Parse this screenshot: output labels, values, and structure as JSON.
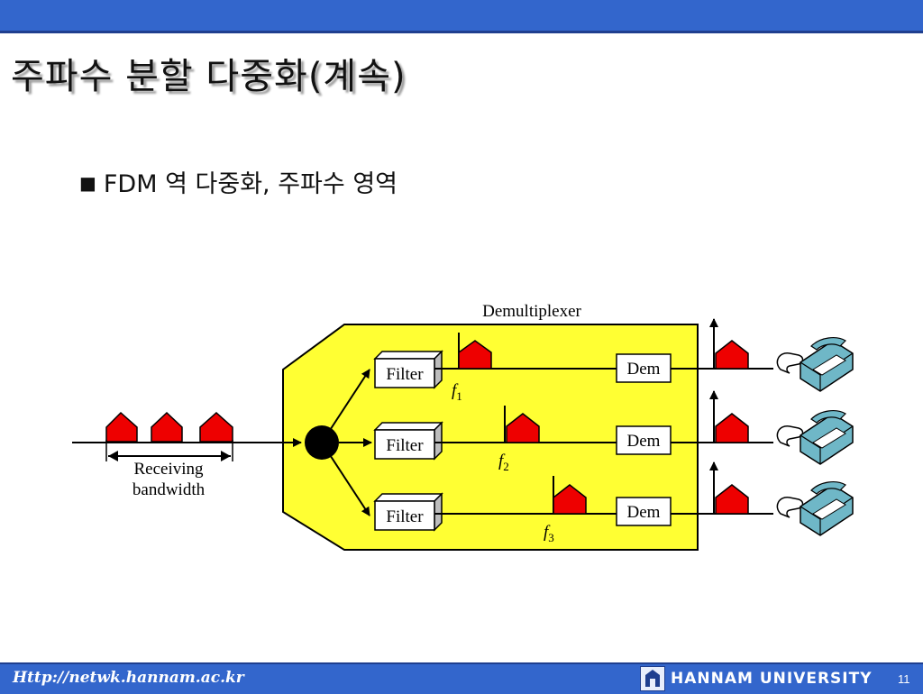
{
  "slide": {
    "title": "주파수 분할 다중화(계속)",
    "bullet_mark": "■",
    "bullet_text": "FDM 역 다중화, 주파수 영역"
  },
  "diagram": {
    "title": "Demultiplexer",
    "receiving_label_line1": "Receiving",
    "receiving_label_line2": "bandwidth",
    "filter_labels": [
      "Filter",
      "Filter",
      "Filter"
    ],
    "dem_labels": [
      "Dem",
      "Dem",
      "Dem"
    ],
    "frequency_symbol": "f",
    "frequency_indices": [
      "1",
      "2",
      "3"
    ],
    "colors": {
      "demux_body": "#ffff33",
      "signal": "#ee0000",
      "phone": "#6fb7c7"
    }
  },
  "footer": {
    "url": "Http://netwk.hannam.ac.kr",
    "university": "HANNAM UNIVERSITY",
    "page_number": "11",
    "logo_icon": "hannam-university-logo-icon"
  }
}
